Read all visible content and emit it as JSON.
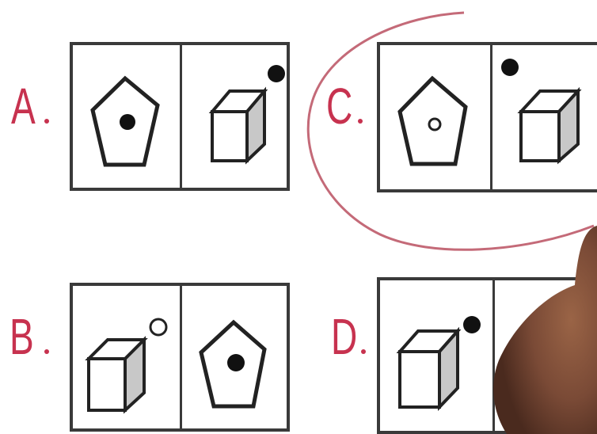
{
  "colors": {
    "label": "#c7324f",
    "frame": "#3a3a3a",
    "circle_annotation": "#c46a78",
    "hand": "#7a4a36"
  },
  "options": [
    {
      "letter": "A",
      "cells": [
        {
          "shape": "pentagon-icon",
          "marker": "black-dot-center"
        },
        {
          "shape": "cube-icon",
          "marker": "black-dot-top-right"
        }
      ]
    },
    {
      "letter": "B",
      "cells": [
        {
          "shape": "cube-icon",
          "marker": "white-dot-top-right"
        },
        {
          "shape": "pentagon-icon",
          "marker": "black-dot-center"
        }
      ]
    },
    {
      "letter": "C",
      "selected": true,
      "cells": [
        {
          "shape": "pentagon-icon",
          "marker": "white-dot-center"
        },
        {
          "shape": "cube-icon",
          "marker": "black-dot-top-left"
        }
      ]
    },
    {
      "letter": "D",
      "cells": [
        {
          "shape": "cube-icon",
          "marker": "black-dot-top-right"
        },
        {
          "shape": "hidden",
          "marker": "none"
        }
      ]
    }
  ]
}
